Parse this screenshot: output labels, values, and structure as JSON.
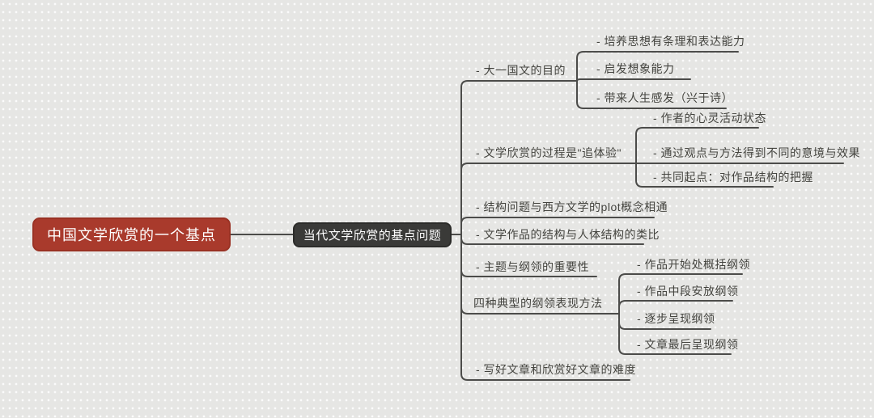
{
  "root": {
    "label": "中国文学欣赏的一个基点"
  },
  "center": {
    "label": "当代文学欣赏的基点问题"
  },
  "branches": [
    {
      "label": "- 大一国文的目的",
      "children": [
        "- 培养思想有条理和表达能力",
        "- 启发想象能力",
        "- 带来人生感发（兴于诗）"
      ]
    },
    {
      "label": "- 文学欣赏的过程是\"追体验\"",
      "children": [
        "- 作者的心灵活动状态",
        "- 通过观点与方法得到不同的意境与效果",
        "- 共同起点：对作品结构的把握"
      ]
    },
    {
      "label": "- 结构问题与西方文学的plot概念相通",
      "children": []
    },
    {
      "label": "- 文学作品的结构与人体结构的类比",
      "children": []
    },
    {
      "label": "- 主题与纲领的重要性",
      "children": []
    },
    {
      "label": "四种典型的纲领表现方法",
      "children": [
        "- 作品开始处概括纲领",
        "- 作品中段安放纲领",
        "- 逐步呈现纲领",
        "- 文章最后呈现纲领"
      ]
    },
    {
      "label": "- 写好文章和欣赏好文章的难度",
      "children": []
    }
  ],
  "colors": {
    "background": "#e6e6e4",
    "line": "#4c4c4a",
    "text": "#44443f",
    "root_bg": "#a93a2c",
    "root_text": "#ffffff",
    "center_bg": "#3a3a38",
    "center_text": "#ffffff"
  }
}
